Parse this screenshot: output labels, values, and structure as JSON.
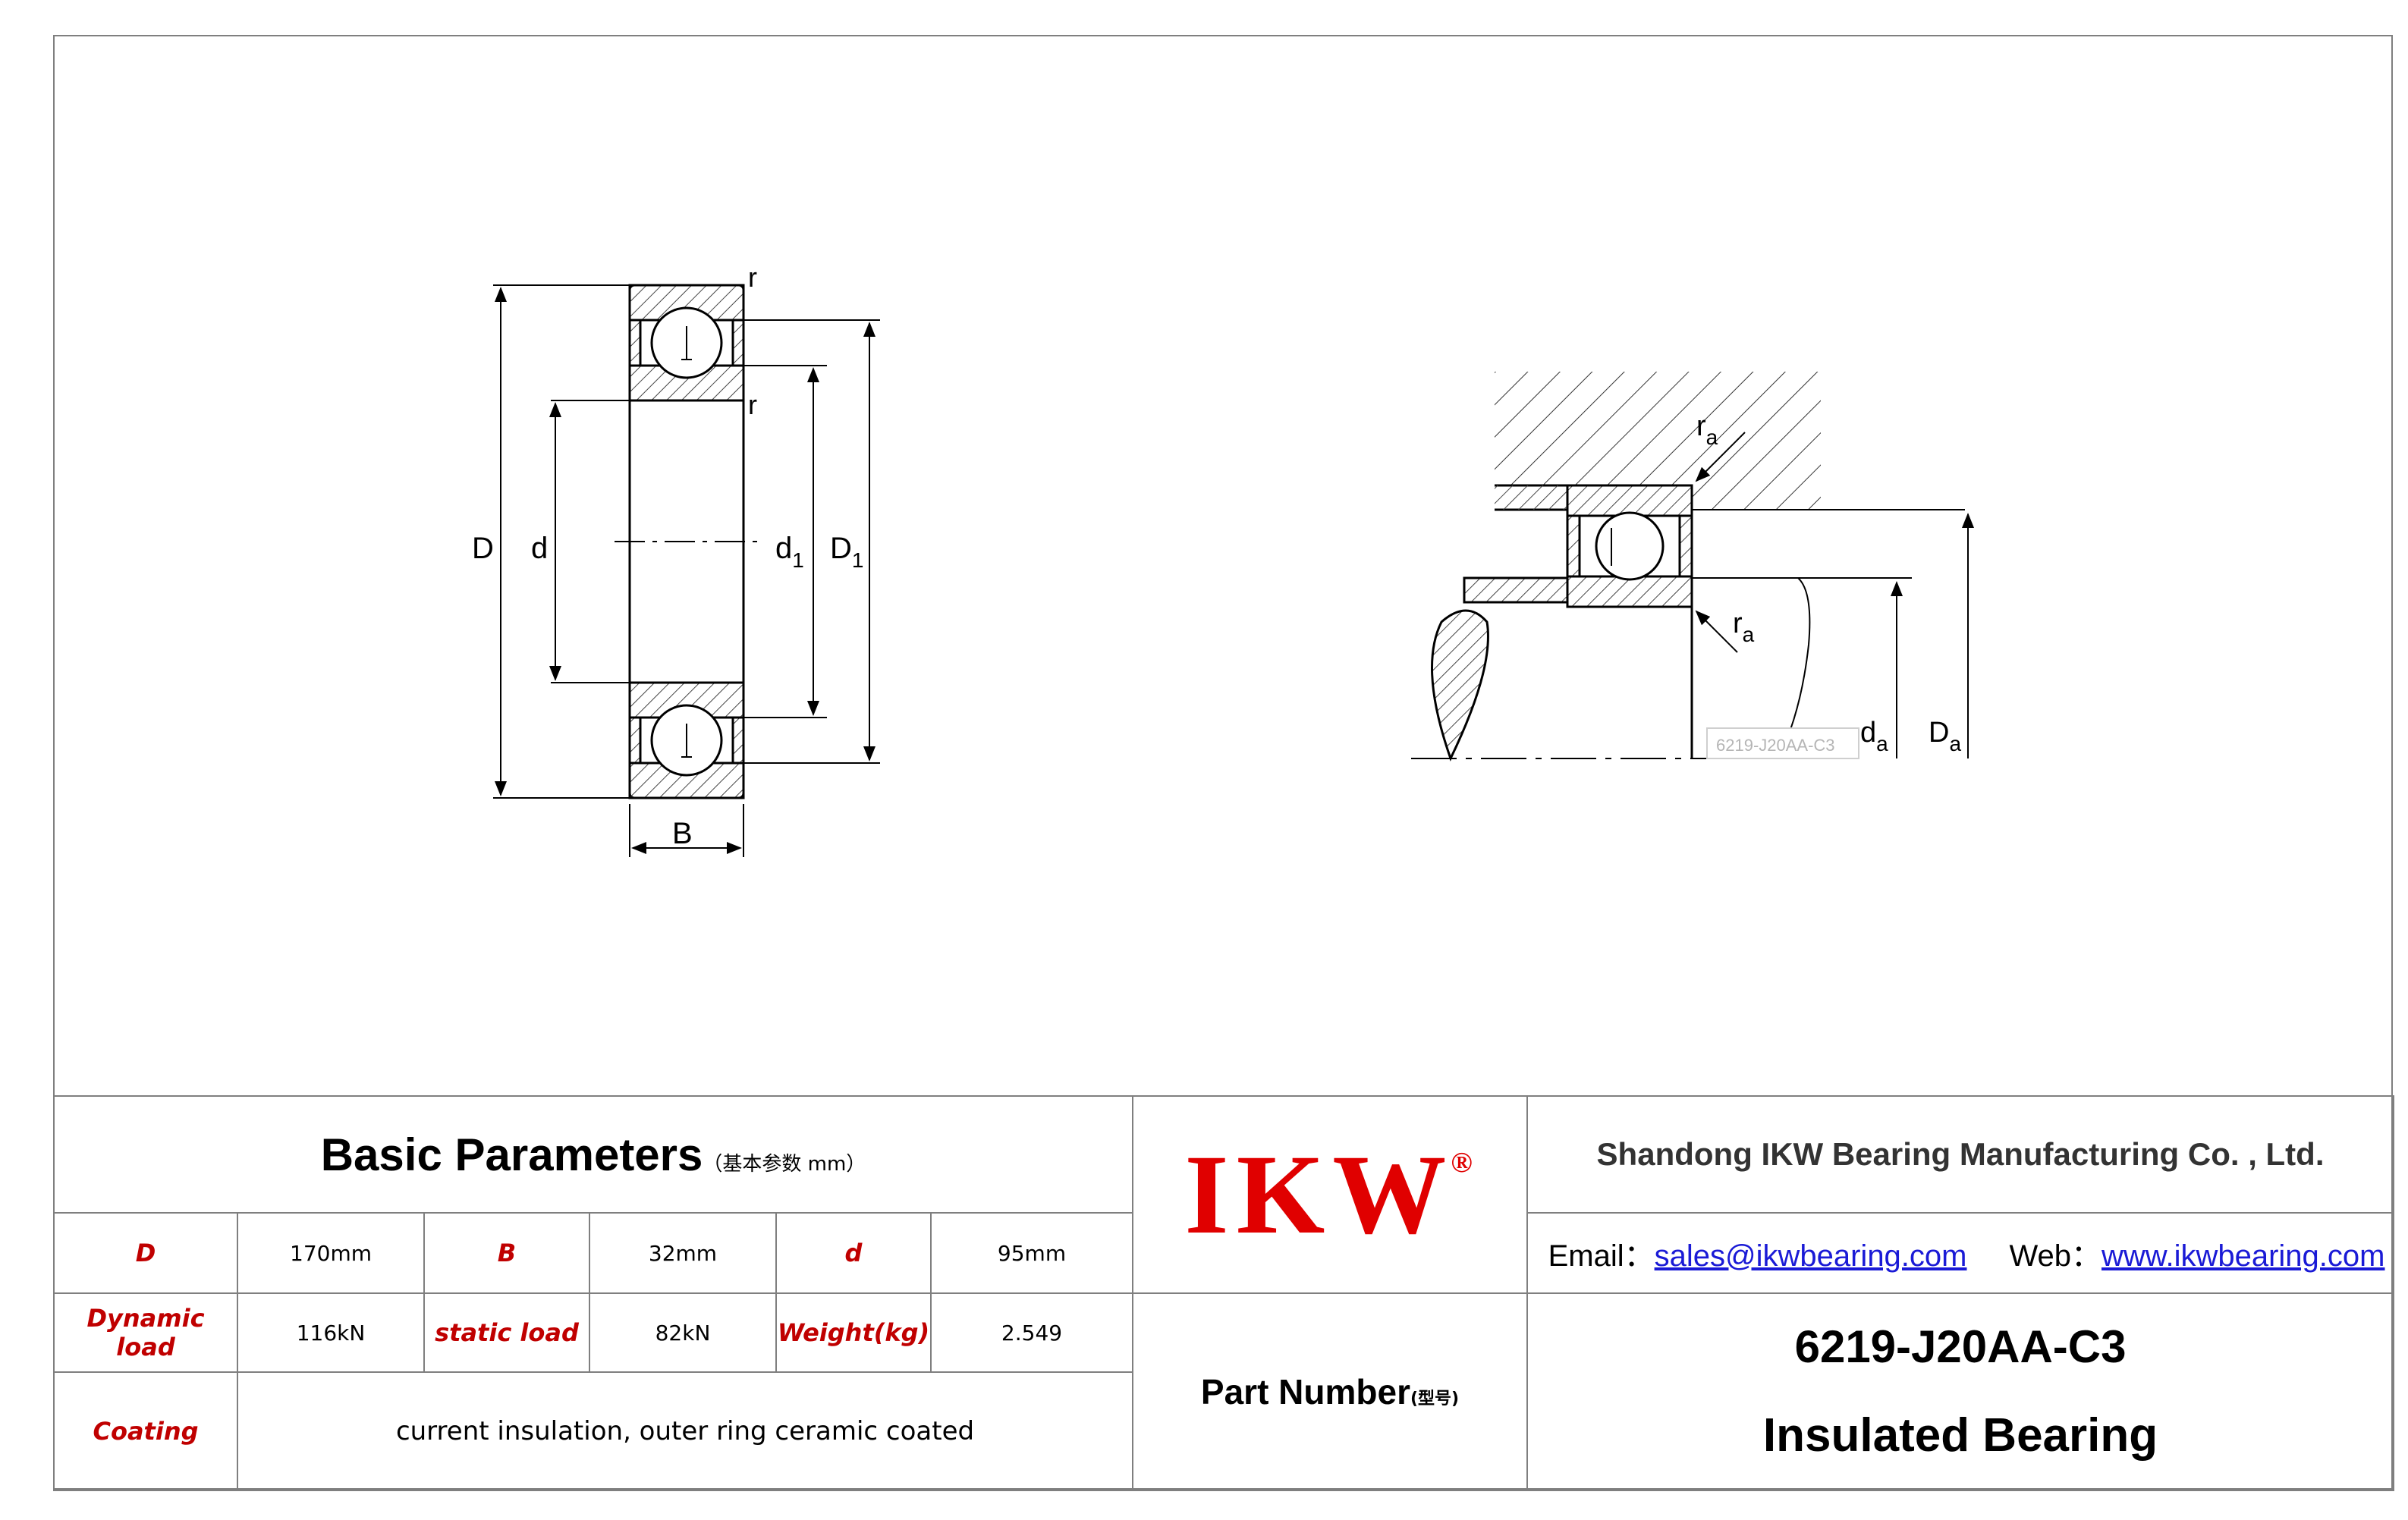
{
  "drawing_left": {
    "label_D": "D",
    "label_d": "d",
    "label_d1": "d",
    "label_d1_sub": "1",
    "label_D1": "D",
    "label_D1_sub": "1",
    "label_B": "B",
    "label_r_top": "r",
    "label_r_mid": "r"
  },
  "drawing_right": {
    "label_ra_top": "r",
    "label_ra_top_sub": "a",
    "label_ra_bottom": "r",
    "label_ra_bottom_sub": "a",
    "label_da": "d",
    "label_da_sub": "a",
    "label_Da": "D",
    "label_Da_sub": "a",
    "watermark": "6219-J20AA-C3"
  },
  "parameters": {
    "title": "Basic Parameters",
    "title_sub": "（基本参数 mm）",
    "rows": [
      [
        {
          "label": "D",
          "value": "170mm"
        },
        {
          "label": "B",
          "value": "32mm"
        },
        {
          "label": "d",
          "value": "95mm"
        }
      ],
      [
        {
          "label": "Dynamic load",
          "value": "116kN"
        },
        {
          "label": "static load",
          "value": "82kN"
        },
        {
          "label": "Weight(kg)",
          "value": "2.549"
        }
      ]
    ],
    "coating_label": "Coating",
    "coating_value": "current insulation, outer ring ceramic coated"
  },
  "logo": {
    "text": "IKW",
    "mark": "®",
    "color": "#e00000"
  },
  "company": {
    "name": "Shandong IKW Bearing Manufacturing Co. , Ltd.",
    "email_label": "Email：",
    "email": "sales@ikwbearing.com",
    "web_label": "Web：",
    "web": "www.ikwbearing.com"
  },
  "part": {
    "label": "Part Number",
    "label_sub": "(型号)",
    "number": "6219-J20AA-C3",
    "type": "Insulated Bearing"
  }
}
